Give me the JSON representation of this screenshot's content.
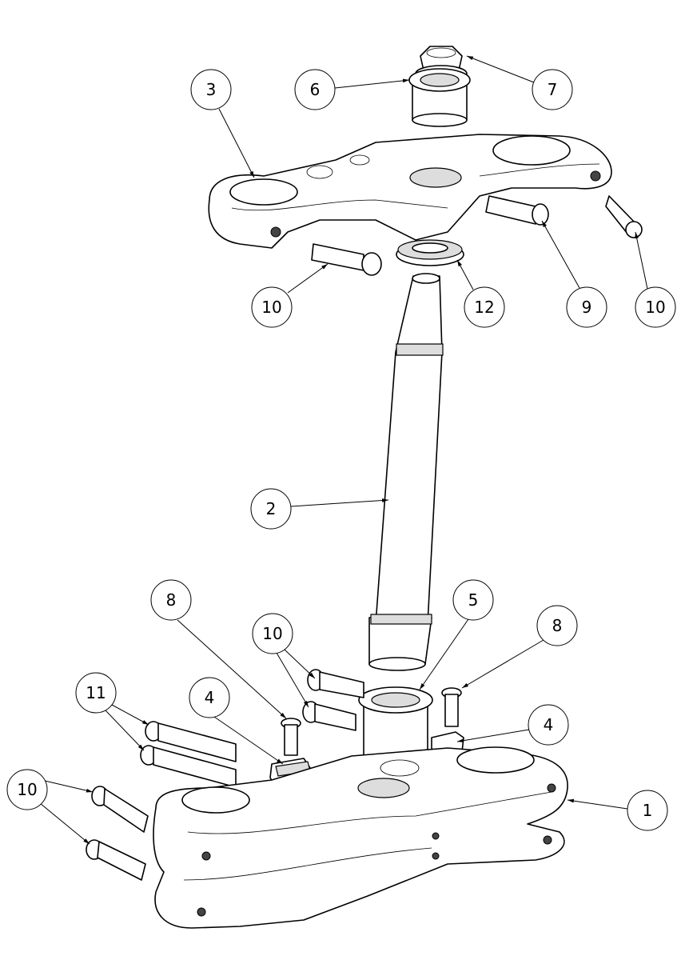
{
  "diagram": {
    "title": "Steering triple clamp exploded view",
    "balloons": [
      "3",
      "6",
      "7",
      "10",
      "12",
      "9",
      "10",
      "2",
      "8",
      "5",
      "10",
      "8",
      "11",
      "4",
      "4",
      "10",
      "1"
    ]
  }
}
